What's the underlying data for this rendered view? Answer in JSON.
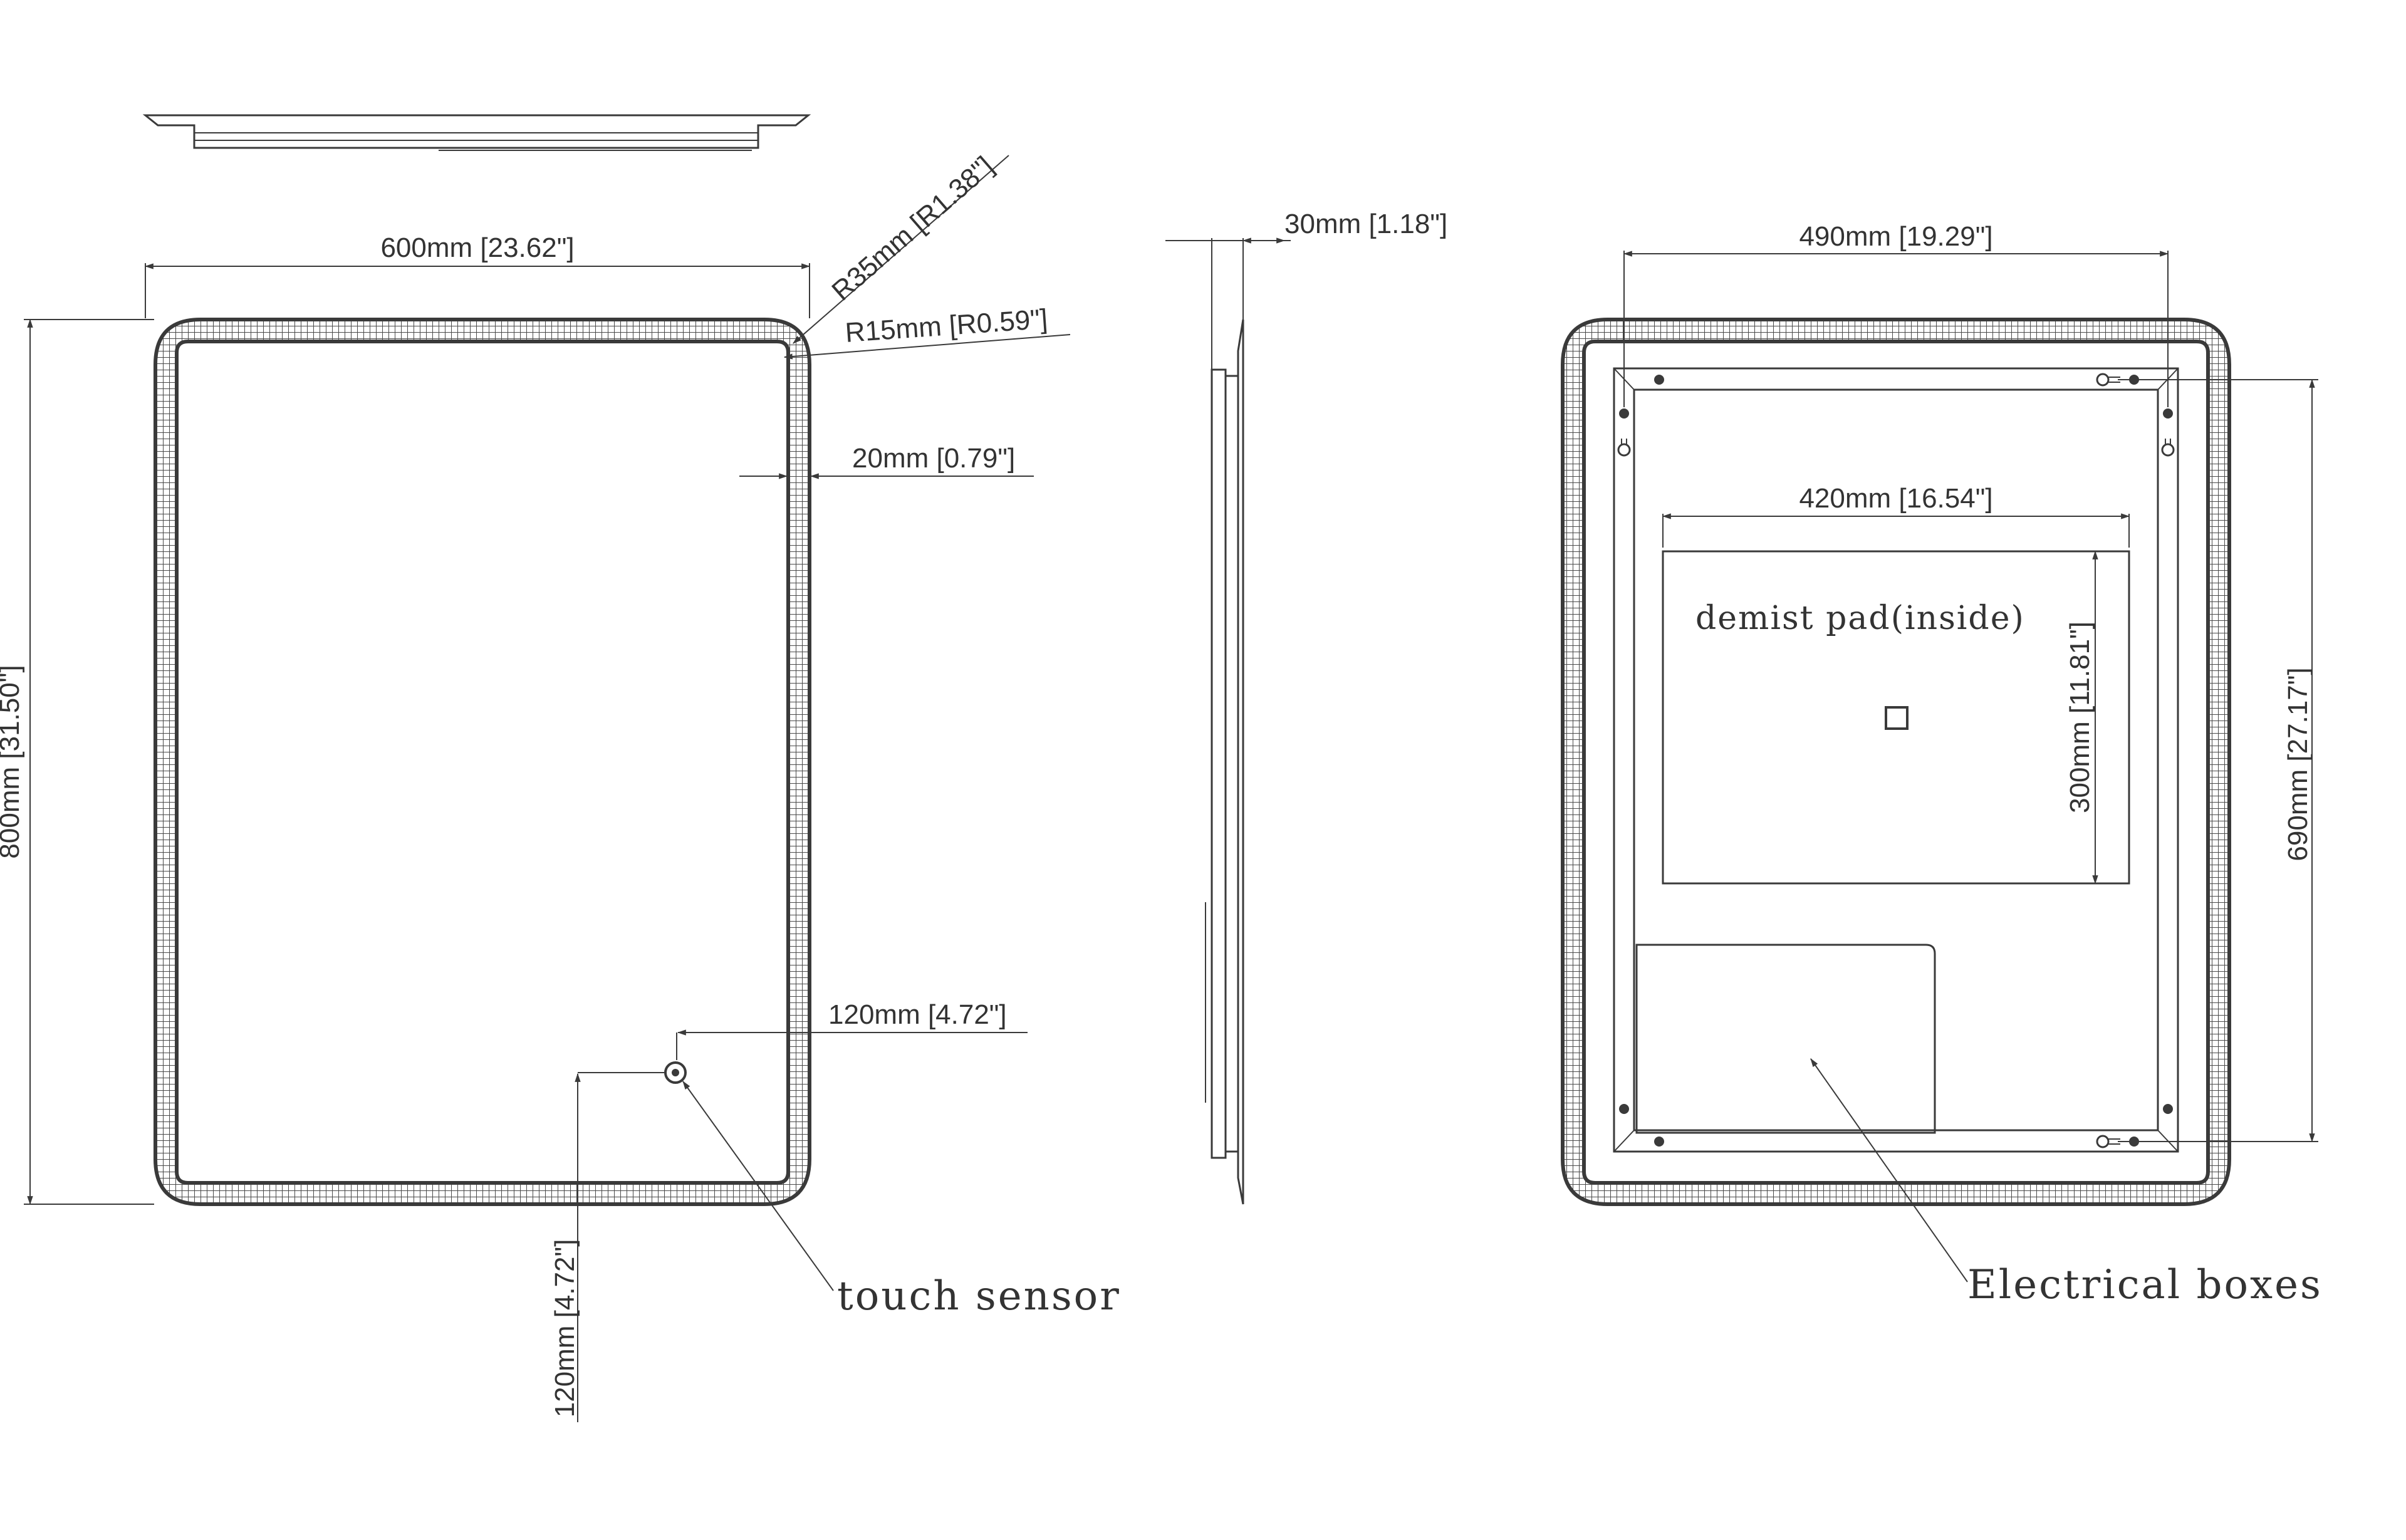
{
  "front_view": {
    "width_label": "600mm [23.62\"]",
    "height_label": "800mm [31.50\"]",
    "outer_radius_label": "R35mm [R1.38\"]",
    "inner_radius_label": "R15mm [R0.59\"]",
    "border_label": "20mm [0.79\"]",
    "sensor_x_label": "120mm [4.72\"]",
    "sensor_y_label": "120mm [4.72\"]",
    "sensor_note": "touch sensor"
  },
  "side_view": {
    "depth_label": "30mm [1.18\"]"
  },
  "back_view": {
    "bracket_span_label": "490mm [19.29\"]",
    "bracket_height_label": "690mm [27.17\"]",
    "pad_width_label": "420mm [16.54\"]",
    "pad_height_label": "300mm [11.81\"]",
    "pad_note": "demist pad(inside)",
    "box_note": "Electrical boxes"
  },
  "colors": {
    "line": "#3a3a3a",
    "background": "#ffffff"
  }
}
